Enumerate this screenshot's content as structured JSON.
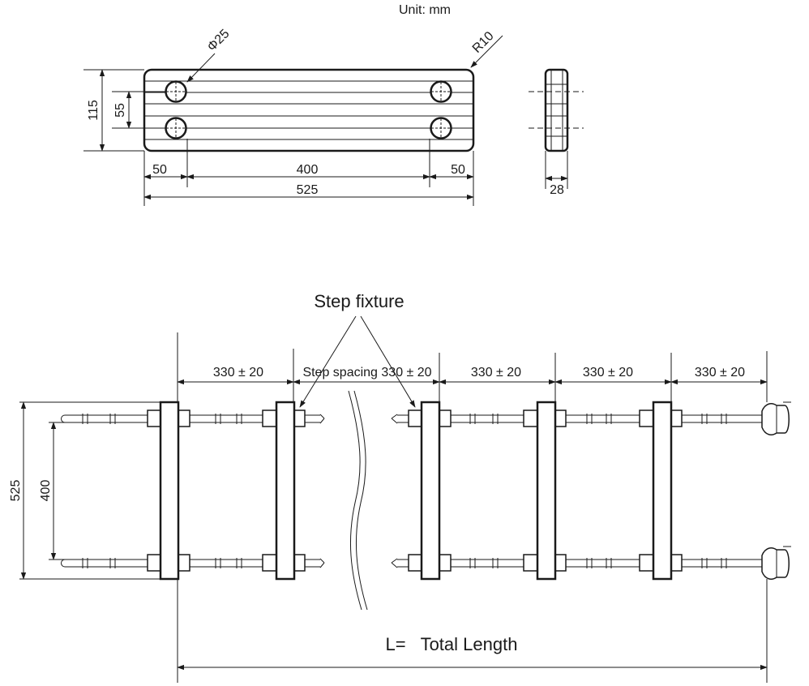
{
  "unit_label": "Unit: mm",
  "step_plan": {
    "hole_dia": "Φ25",
    "corner_radius": "R10",
    "height": "115",
    "hole_spacing_v": "55",
    "edge_left": "50",
    "hole_spacing_h": "400",
    "edge_right": "50",
    "total_width": "525",
    "thickness": "28"
  },
  "ladder": {
    "fixture_label": "Step fixture",
    "spacing_1": "330 ± 20",
    "spacing_2": "Step spacing 330 ± 20",
    "spacing_3": "330 ± 20",
    "spacing_4": "330 ± 20",
    "spacing_5": "330 ± 20",
    "overall_width": "525",
    "rope_spacing": "400",
    "total_length_label": "L=   Total Length"
  },
  "colors": {
    "line": "#1a1a1a",
    "background": "#ffffff"
  }
}
